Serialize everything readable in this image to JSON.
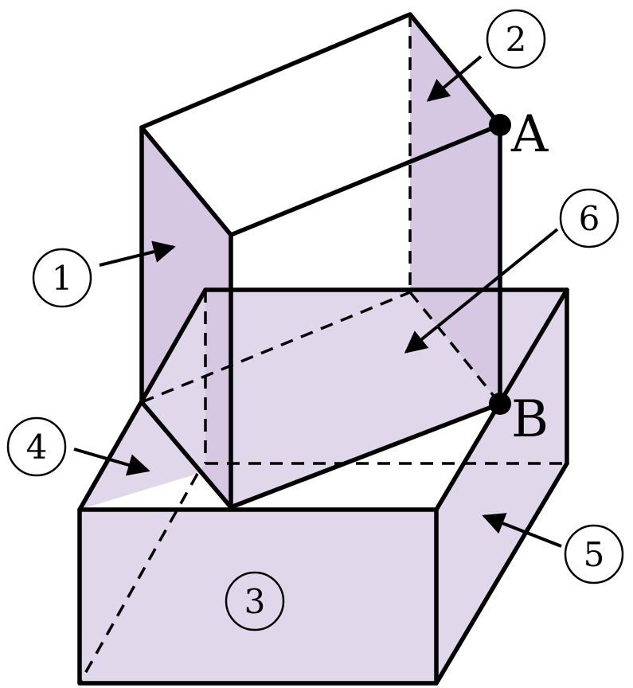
{
  "colors": {
    "face_fill": "#e1d7ea",
    "face_fill_dark": "#d6c8e2",
    "stroke": "#000000",
    "background": "#ffffff"
  },
  "points": {
    "a_label": "A",
    "b_label": "B"
  },
  "face_labels": {
    "face1": "1",
    "face2": "2",
    "face3": "3",
    "face4": "4",
    "face5": "5",
    "face6": "6"
  }
}
